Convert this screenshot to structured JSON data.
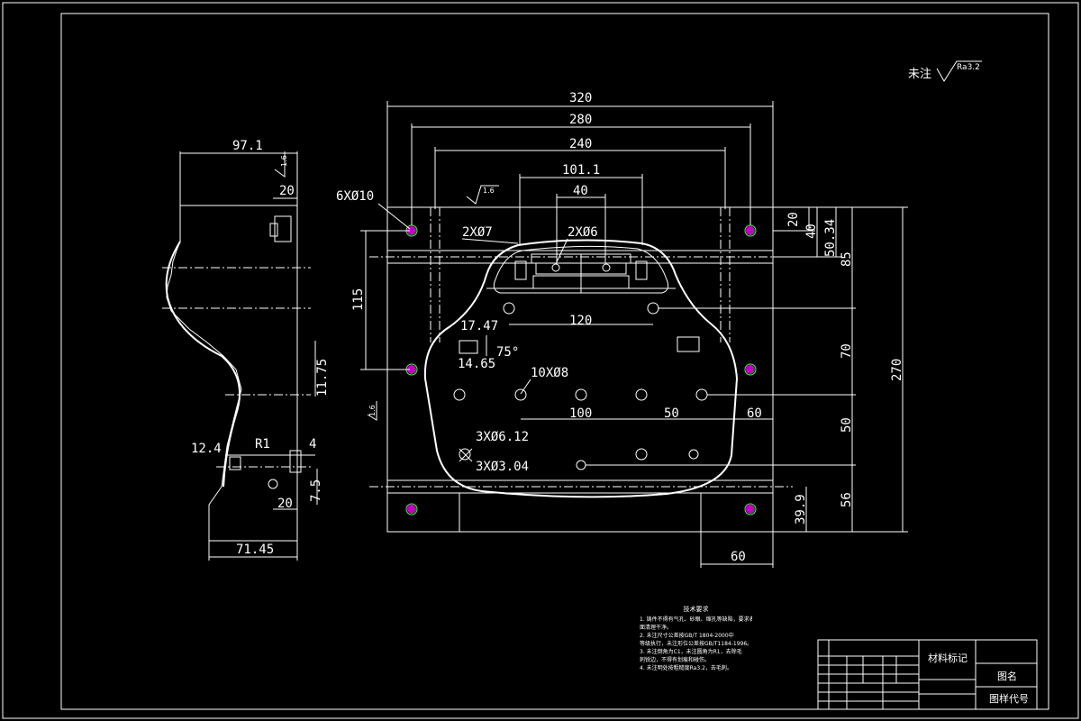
{
  "roughness_note": "未注",
  "roughness_value": "Ra3.2",
  "side_view": {
    "dim_top": "97.1",
    "dim_20_top": "20",
    "roughness_16": "1.6",
    "dim_1175": "11.75",
    "dim_124": "12.4",
    "dim_r1": "R1",
    "dim_4": "4",
    "dim_75": "7.5",
    "dim_20_bottom": "20",
    "dim_bottom": "71.45"
  },
  "main_view": {
    "dim_320": "320",
    "dim_280": "280",
    "dim_240": "240",
    "dim_1011": "101.1",
    "dim_40": "40",
    "holes_6x10": "6XØ10",
    "holes_2x7": "2XØ7",
    "holes_2x6": "2XØ6",
    "roughness_top": "1.6",
    "roughness_left": "1.6",
    "dim_115": "115",
    "dim_120": "120",
    "dim_1747": "17.47",
    "dim_1465": "14.65",
    "angle_75": "75°",
    "holes_10x8": "10XØ8",
    "dim_100": "100",
    "dim_50_h": "50",
    "dim_60_h": "60",
    "holes_3x612": "3XØ6.12",
    "holes_3x304": "3XØ3.04",
    "dim_60_bottom": "60",
    "dim_r20": "20",
    "dim_r40": "40",
    "dim_5034": "50.34",
    "dim_85": "85",
    "dim_70": "70",
    "dim_50_v": "50",
    "dim_56": "56",
    "dim_399": "39.9",
    "dim_270": "270"
  },
  "notes": {
    "title": "技术要求",
    "lines": [
      "1. 铸件不得有气孔、砂眼、缩孔等缺陷，要求表",
      "   面清理干净。",
      "2. 未注尺寸公差按GB/T 1804-2000中",
      "   等级执行，未注形位公差按GB/T1184-1996。",
      "3. 未注倒角为C1，未注圆角为R1，去除毛",
      "   刺锐边，不得有划痕和碰伤。",
      "4. 未注明处按粗糙度Ra3.2，去毛刺。"
    ]
  },
  "title_block": {
    "material_label": "材料标记",
    "drawing_name": "图名",
    "drawing_code": "图样代号"
  }
}
